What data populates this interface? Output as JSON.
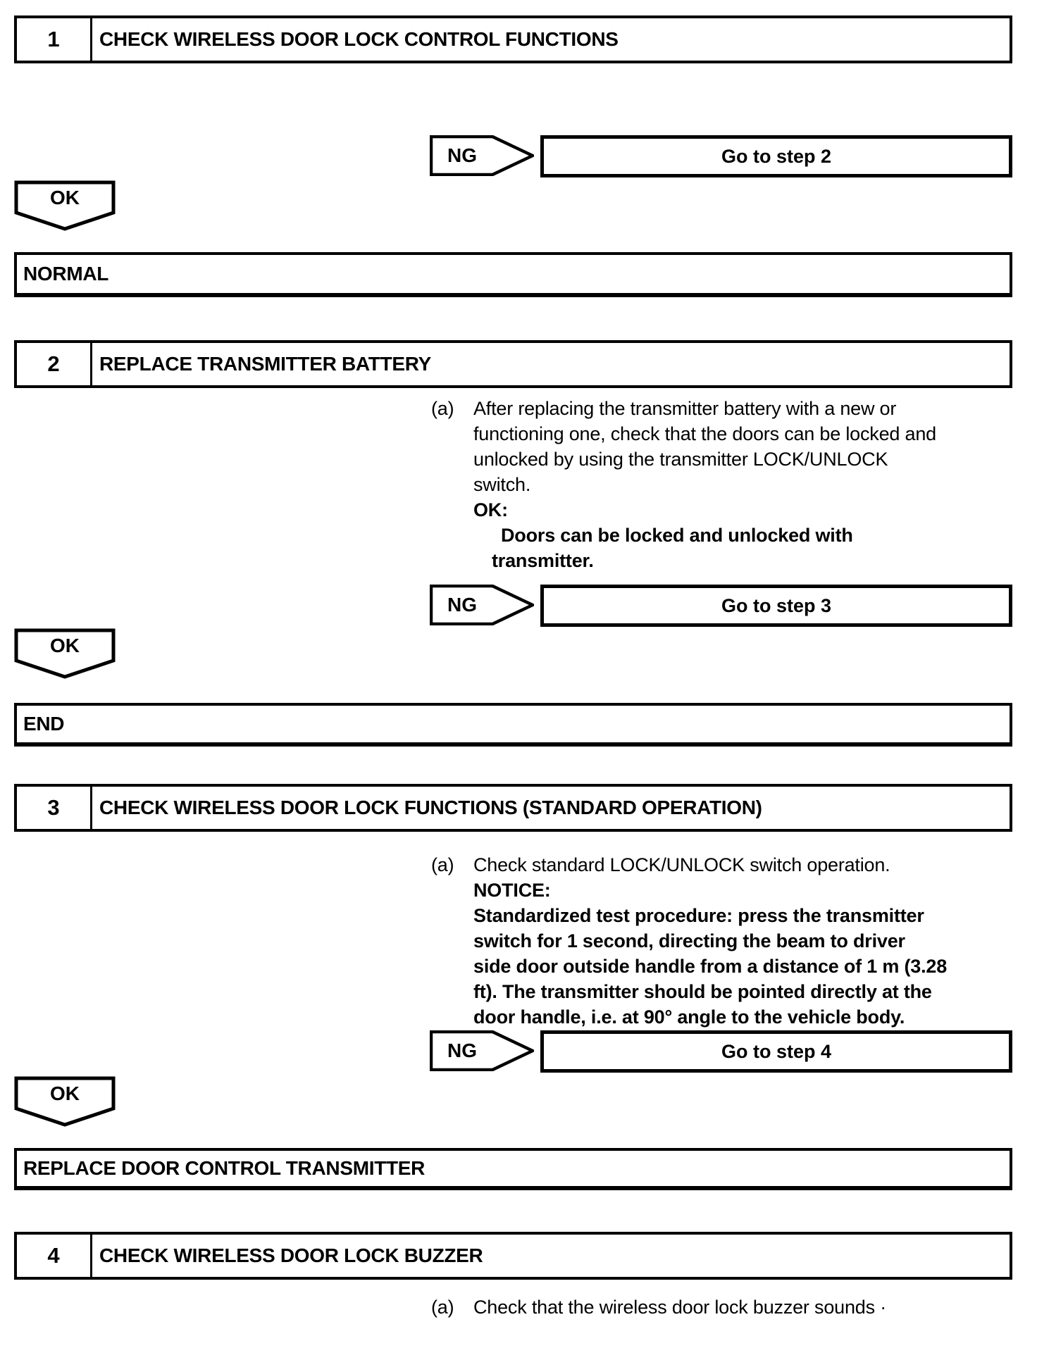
{
  "palette": {
    "ink": "#000000",
    "paper": "#ffffff"
  },
  "steps": {
    "s1": {
      "number": "1",
      "title": "CHECK WIRELESS DOOR LOCK CONTROL FUNCTIONS"
    },
    "s2": {
      "number": "2",
      "title": "REPLACE TRANSMITTER BATTERY"
    },
    "s3": {
      "number": "3",
      "title": "CHECK WIRELESS DOOR LOCK FUNCTIONS (STANDARD OPERATION)"
    },
    "s4": {
      "number": "4",
      "title": "CHECK WIRELESS DOOR LOCK BUZZER"
    }
  },
  "ng_rows": {
    "ng1": {
      "label": "NG",
      "target": "Go to step 2"
    },
    "ng2": {
      "label": "NG",
      "target": "Go to step 3"
    },
    "ng3": {
      "label": "NG",
      "target": "Go to step 4"
    }
  },
  "ok_badges": {
    "ok1": {
      "label": "OK"
    },
    "ok2": {
      "label": "OK"
    },
    "ok3": {
      "label": "OK"
    }
  },
  "result_boxes": {
    "normal": {
      "label": "NORMAL"
    },
    "end": {
      "label": "END"
    },
    "replace": {
      "label": "REPLACE DOOR CONTROL TRANSMITTER"
    }
  },
  "step2_body": {
    "marker": "(a)",
    "lines": [
      "After replacing the transmitter battery with a new or",
      "functioning one, check that the doors can be locked and",
      "unlocked by using the transmitter LOCK/UNLOCK",
      "switch."
    ],
    "ok_heading": "OK:",
    "ok_lines": [
      "Doors can be locked and unlocked with",
      "transmitter."
    ]
  },
  "step3_body": {
    "marker": "(a)",
    "line1": "Check standard LOCK/UNLOCK switch operation.",
    "notice_heading": "NOTICE:",
    "notice_lines": [
      "Standardized test procedure: press the transmitter",
      "switch for 1 second, directing the beam to driver",
      "side door outside handle from a distance of 1 m (3.28",
      "ft). The transmitter should be pointed directly at the",
      "door handle, i.e. at 90° angle to the vehicle body."
    ]
  },
  "step4_body": {
    "marker": "(a)",
    "line1": "Check that the wireless door lock buzzer sounds ·"
  }
}
